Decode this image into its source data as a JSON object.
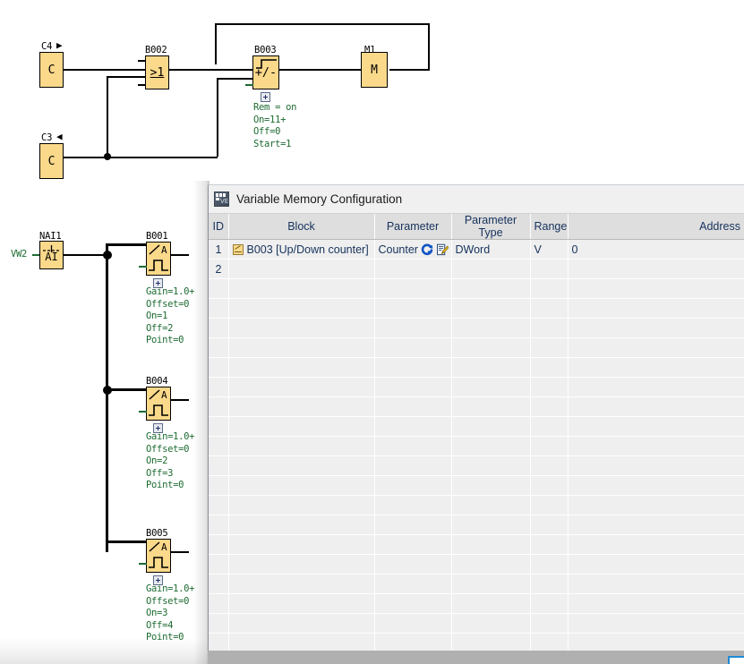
{
  "diagram": {
    "blocks": [
      {
        "id": "c4",
        "name": "C4",
        "arrow": "▶",
        "glyph": "C",
        "kind": "connector"
      },
      {
        "id": "c3",
        "name": "C3",
        "arrow": "◀",
        "glyph": "C",
        "kind": "connector"
      },
      {
        "id": "b002",
        "name": "B002",
        "glyph": ">1",
        "kind": "or"
      },
      {
        "id": "b003",
        "name": "B003",
        "glyph": "+/-",
        "kind": "updown-counter"
      },
      {
        "id": "m1",
        "name": "M1",
        "glyph": "M",
        "kind": "flag"
      },
      {
        "id": "nai1",
        "name": "NAI1",
        "glyph": "AI",
        "kind": "analog-input",
        "input_label": "VW2"
      },
      {
        "id": "b001",
        "name": "B001",
        "glyph": "A",
        "kind": "analog-threshold"
      },
      {
        "id": "b004",
        "name": "B004",
        "glyph": "A",
        "kind": "analog-threshold"
      },
      {
        "id": "b005",
        "name": "B005",
        "glyph": "A",
        "kind": "analog-threshold"
      }
    ],
    "b003_props": [
      "Rem = on",
      "On=11+",
      "Off=0",
      "Start=1"
    ],
    "b001_props": [
      "Gain=1.0+",
      "Offset=0",
      "On=1",
      "Off=2",
      "Point=0"
    ],
    "b004_props": [
      "Gain=1.0+",
      "Offset=0",
      "On=2",
      "Off=3",
      "Point=0"
    ],
    "b005_props": [
      "Gain=1.0+",
      "Offset=0",
      "On=3",
      "Off=4",
      "Point=0"
    ],
    "expand_icon": "expand-plus-icon"
  },
  "window": {
    "title": "Variable Memory Configuration",
    "icon": "variable-memory-icon",
    "columns": [
      "ID",
      "Block",
      "Parameter",
      "Parameter Type",
      "Range",
      "Address"
    ],
    "rows": [
      {
        "id": "1",
        "block": "B003 [Up/Down counter]",
        "block_icon": "function-block-icon",
        "parameter": "Counter",
        "parameter_icons": [
          "refresh-icon",
          "edit-icon"
        ],
        "parameter_type": "DWord",
        "range": "V",
        "address": "0"
      },
      {
        "id": "2",
        "block": "",
        "parameter": "",
        "parameter_type": "",
        "range": "",
        "address": ""
      }
    ],
    "empty_row_count": 19
  },
  "colors": {
    "block_fill": "#fbd98b",
    "prop_text": "#1d6b32",
    "header_bg": "#dedede",
    "grid_bg": "#efefef",
    "table_text": "#16325c",
    "accent_blue": "#1e8ad6"
  }
}
